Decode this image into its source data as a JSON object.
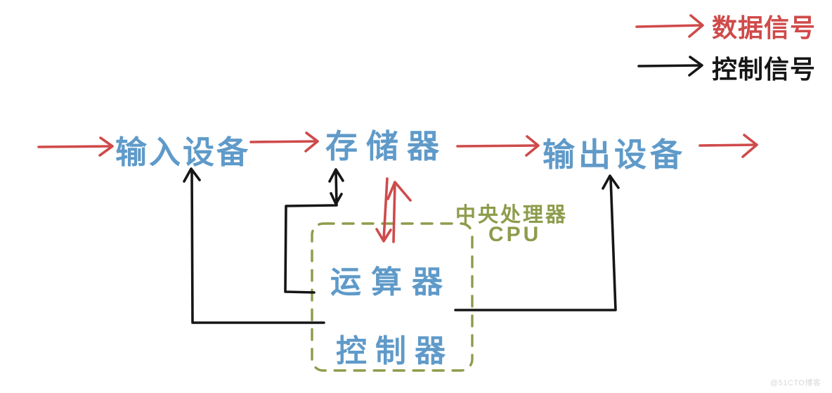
{
  "legend": {
    "data_signal": "数据信号",
    "control_signal": "控制信号"
  },
  "nodes": {
    "input_device": "输入设备",
    "memory": "存储器",
    "output_device": "输出设备",
    "alu": "运算器",
    "control_unit": "控制器"
  },
  "cpu": {
    "name_cn": "中央处理器",
    "name_en": "CPU"
  },
  "watermark": "@51CTO博客",
  "colors": {
    "data_signal": "#cf4a4a",
    "control_signal": "#161616",
    "component_text": "#5f9ac9",
    "cpu_outline": "#8d9c4b",
    "watermark": "#d9d9d9",
    "background": "#ffffff"
  }
}
